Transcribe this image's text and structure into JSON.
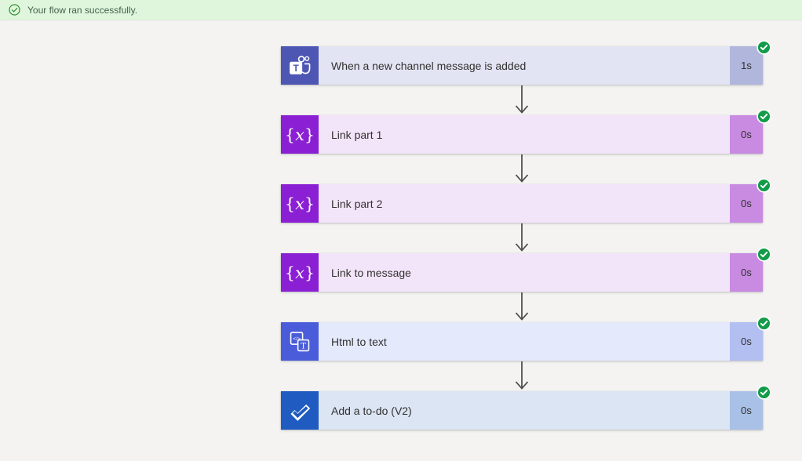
{
  "banner": {
    "text": "Your flow ran successfully.",
    "background": "#dff6dd",
    "icon_color": "#218a21",
    "text_color": "#44614a"
  },
  "flow": {
    "status_color": "#129c49",
    "arrow_color": "#474747",
    "steps": [
      {
        "title": "When a new channel message is added",
        "duration": "1s",
        "icon": "teams-icon",
        "icon_bg": "#4e56b4",
        "card_bg": "#e2e4f3",
        "badge_bg": "#b1b6dc"
      },
      {
        "title": "Link part 1",
        "duration": "0s",
        "icon": "fx-icon",
        "icon_bg": "#8a1fd3",
        "card_bg": "#f3e5f9",
        "badge_bg": "#c88be1"
      },
      {
        "title": "Link part 2",
        "duration": "0s",
        "icon": "fx-icon",
        "icon_bg": "#8a1fd3",
        "card_bg": "#f3e5f9",
        "badge_bg": "#c88be1"
      },
      {
        "title": "Link to message",
        "duration": "0s",
        "icon": "fx-icon",
        "icon_bg": "#8a1fd3",
        "card_bg": "#f3e5f9",
        "badge_bg": "#c88be1"
      },
      {
        "title": "Html to text",
        "duration": "0s",
        "icon": "html-to-text-icon",
        "icon_bg": "#4a5cd9",
        "card_bg": "#e4e9fb",
        "badge_bg": "#b3bff1"
      },
      {
        "title": "Add a to-do (V2)",
        "duration": "0s",
        "icon": "todo-icon",
        "icon_bg": "#1f5bc0",
        "card_bg": "#dbe5f3",
        "badge_bg": "#aac1e7"
      }
    ]
  }
}
